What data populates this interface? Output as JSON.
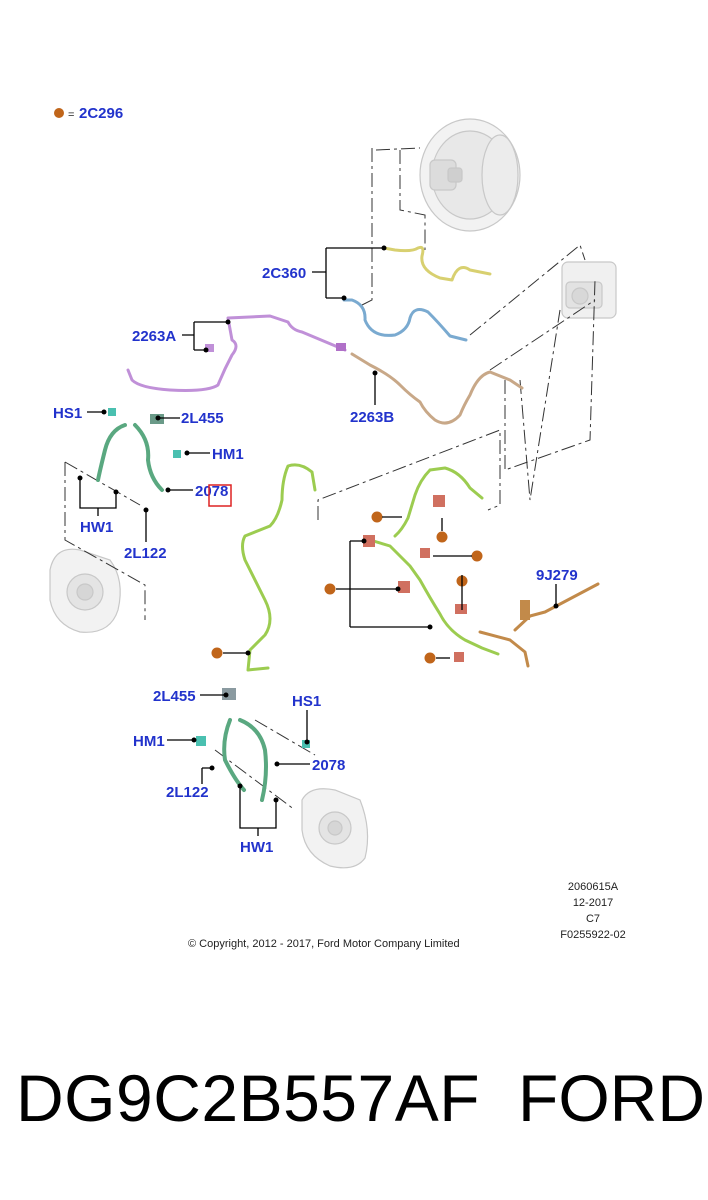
{
  "legend": {
    "symbol": "=",
    "code": "2C296",
    "color": "#c0651a"
  },
  "labels": {
    "booster_pipe": "2C360",
    "upper_pipe": "2263A",
    "mid_pipe": "2263B",
    "hs1_top": "HS1",
    "l455_top": "2L455",
    "hm1_top": "HM1",
    "hose_top": "2078",
    "hw1_top": "HW1",
    "l122_top": "2L122",
    "module_pipe": "9J279",
    "l455_bottom": "2L455",
    "hs1_bottom": "HS1",
    "hm1_bottom": "HM1",
    "hose_bottom": "2078",
    "l122_bottom": "2L122",
    "hw1_bottom": "HW1"
  },
  "reference": {
    "line1": "2060615A",
    "line2": "12-2017",
    "line3": "C7",
    "line4": "F0255922-02"
  },
  "copyright": "© Copyright, 2012 - 2017, Ford Motor Company Limited",
  "part_number": "DG9C2B557AF",
  "brand": "FORD",
  "colors": {
    "label": "#2233cc",
    "clip": "#c0651a",
    "yellow_pipe": "#d8d070",
    "blue_pipe": "#7aaad0",
    "purple_pipe": "#c090d8",
    "tan_pipe": "#c8a888",
    "green_pipe": "#9ccc50",
    "hose_green": "#5aa880",
    "fitting": "#d07060",
    "highlight": "#dd2222"
  }
}
